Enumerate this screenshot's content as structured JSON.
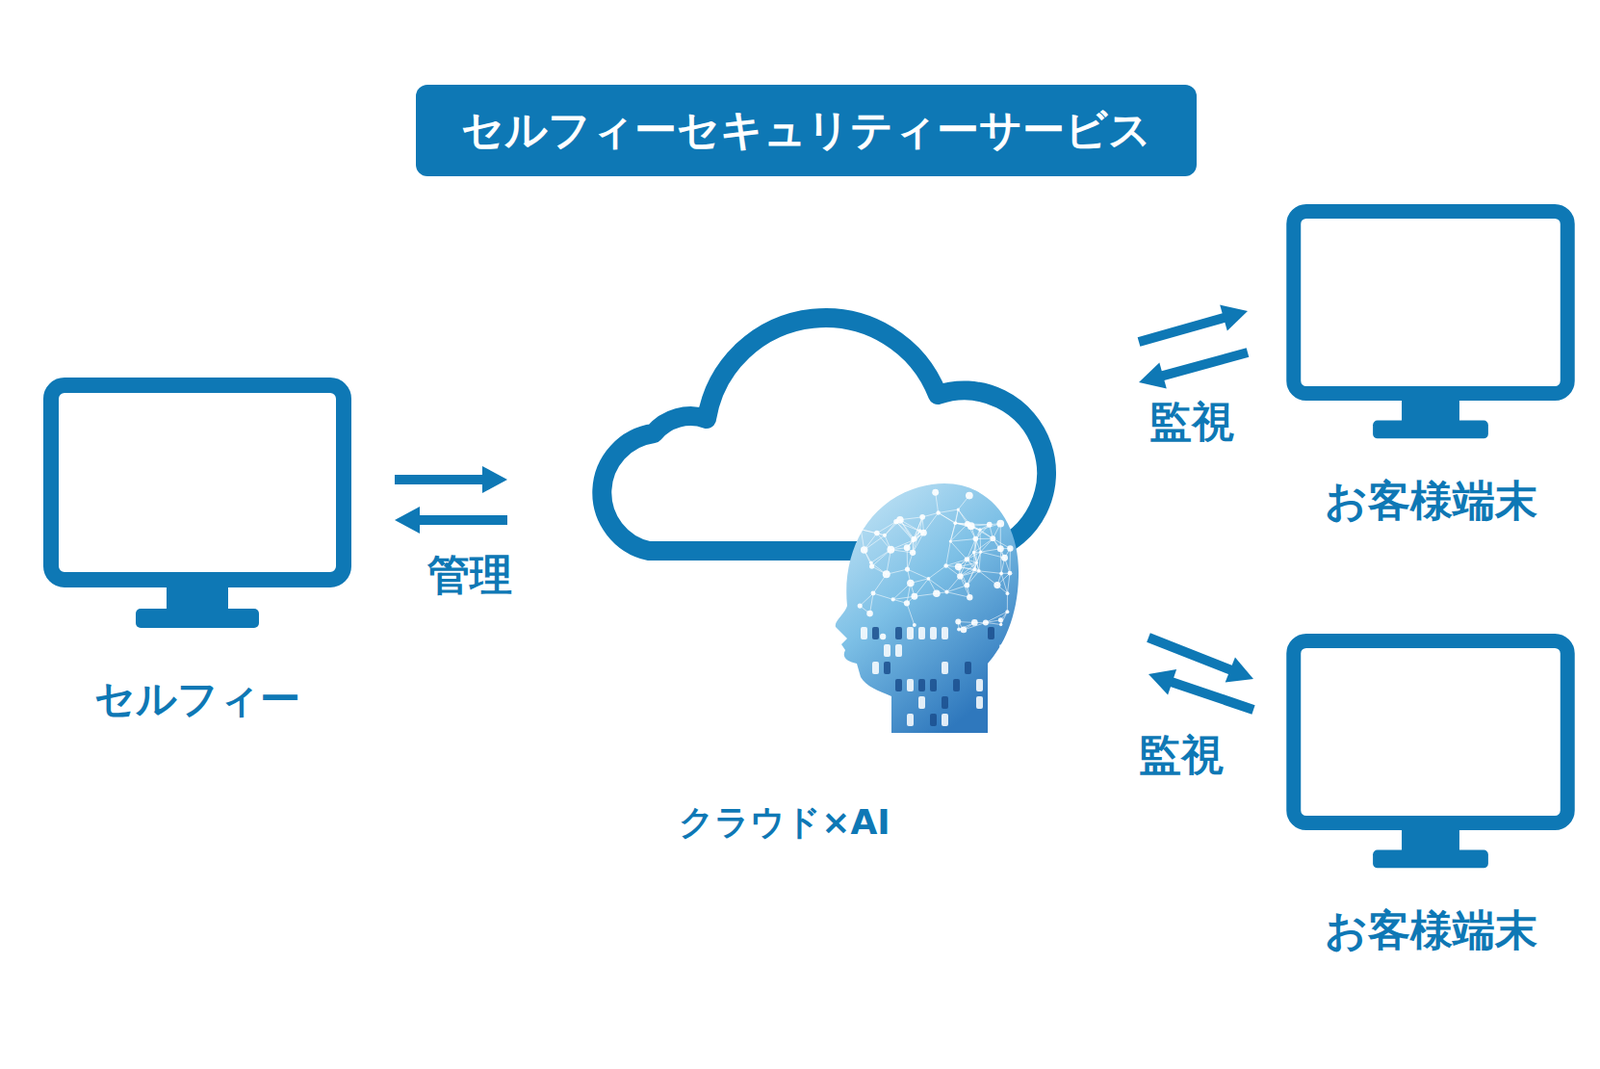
{
  "diagram": {
    "title": "セルフィーセキュリティーサービス",
    "nodes": [
      {
        "text": [
          "セルフィー"
        ]
      },
      {
        "text": [
          "クラウド×AI"
        ]
      },
      {
        "text": [
          "お客様端末"
        ]
      },
      {
        "text": [
          "お客様端末"
        ]
      }
    ],
    "edges": [
      {
        "from": 0,
        "to": 1,
        "label": "管理",
        "arrow": "both"
      },
      {
        "from": 1,
        "to": 2,
        "label": "監視",
        "arrow": "both"
      },
      {
        "from": 1,
        "to": 3,
        "label": "監視",
        "arrow": "both"
      }
    ]
  }
}
